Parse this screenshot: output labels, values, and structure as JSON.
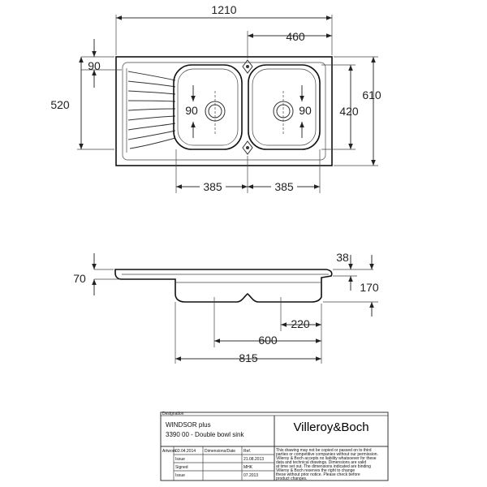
{
  "top_view": {
    "dims": {
      "overall_width": "1210",
      "bowl_offset": "460",
      "top_margin": "90",
      "left_depth": "520",
      "overall_depth": "610",
      "bowl_depth": "420",
      "left_drain": "90",
      "right_drain": "90",
      "left_spacing": "385",
      "right_spacing": "385"
    }
  },
  "side_view": {
    "dims": {
      "rim_height": "70",
      "rim_thickness": "38",
      "bowl_height": "170",
      "drain_offset": "220",
      "bowl_width": "600",
      "total_width": "815"
    }
  },
  "title_block": {
    "header_label": "Designation",
    "product_name": "WINDSOR plus",
    "product_code": "3390 00 - Double bowl sink",
    "brand": "Villeroy&Boch",
    "row1": {
      "c1": "Artwork",
      "c2": "03.04.2014",
      "c3": "Dimensions/Date",
      "c4": "Ref."
    },
    "row2": {
      "c1": "",
      "c2": "Issue",
      "c3": "21.08.2013",
      "c4": ""
    },
    "row3": {
      "c1": "",
      "c2": "Signed",
      "c3": "MHK",
      "c4": ""
    },
    "row4": {
      "c1": "",
      "c2": "Issue",
      "c3": "07.2013",
      "c4": ""
    },
    "note_lines": [
      "This drawing may not be copied or passed on to third",
      "parties or competitive companies without our permission.",
      "Villeroy & Boch accepts no liability whatsoever for these",
      "data and technical drawings. Dimensions are valid",
      "at time set out. The dimensions indicated are binding",
      "Villeroy & Boch reserves the right to change",
      "these without prior notice. Please check before",
      "product changes."
    ]
  }
}
